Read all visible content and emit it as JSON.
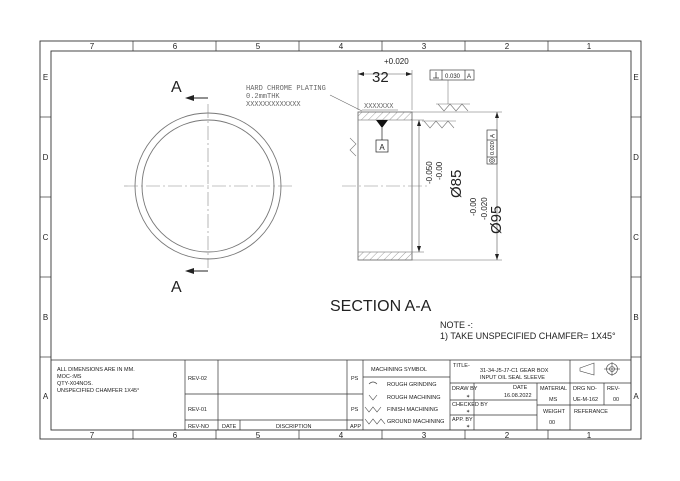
{
  "zones": {
    "columns": [
      "7",
      "6",
      "5",
      "4",
      "3",
      "2",
      "1"
    ],
    "rows": [
      "E",
      "D",
      "C",
      "B",
      "A"
    ]
  },
  "section": {
    "cut_label": "A",
    "title": "SECTION A-A",
    "datum": "A"
  },
  "callouts": {
    "plating_line1": "HARD CHROME PLATING",
    "plating_line2": "0.2mmTHK",
    "plating_line3": "XXXXXXXXXXXXX",
    "plating_leader": "XXXXXXX"
  },
  "dimensions": {
    "width": "32",
    "width_tol": "+0.020",
    "inner": "Ø85",
    "inner_tol_upper": "-0.050",
    "inner_tol_lower": "-0.00",
    "outer": "Ø95",
    "outer_tol_upper": "-0.00",
    "outer_tol_lower": "-0.020"
  },
  "gdt": {
    "perp_value": "0.030",
    "perp_datum": "A",
    "conc_value": "0.020",
    "conc_datum": "A"
  },
  "notes": {
    "heading": "NOTE -:",
    "line1": "1) TAKE UNSPECIFIED CHAMFER= 1X45°"
  },
  "general_notes": [
    "ALL DIMENSIONS ARE IN MM.",
    "MOC-:MS",
    "QTY-X04NOS.",
    "UNSPECIFIED CHAMFER 1X45°"
  ],
  "revision_table": {
    "rev2": "REV-02",
    "rev1": "REV-01",
    "ps1": "PS",
    "ps2": "PS",
    "col_rev": "REV-NO",
    "col_date": "DATE",
    "col_desc": "DISCRIPTION",
    "col_app": "APP"
  },
  "machining": {
    "header": "MACHINING SYMBOL",
    "items": [
      "ROUGH GRINDING",
      "ROUGH MACHINING",
      "FINISH MACHINING",
      "GROUND MACHINING"
    ]
  },
  "title_block": {
    "title_label": "TITLE-",
    "title_line1": "31-34-J5-J7-C1 GEAR BOX",
    "title_line2": "INPUT OIL SEAL SLEEVE",
    "draw_label": "DRAW BY",
    "date_label": "DATE",
    "date_value": "16.08.2022",
    "checked_label": "CHECKED BY",
    "app_label": "APP. BY",
    "material_label": "MATERIAL",
    "material_value": "MS",
    "weight_label": "WEIGHT",
    "weight_value": "00",
    "drg_label": "DRG NO-",
    "drg_value": "UE-M-162",
    "rev_label": "REV-",
    "rev_value": "00",
    "reference_label": "REFERANCE"
  }
}
